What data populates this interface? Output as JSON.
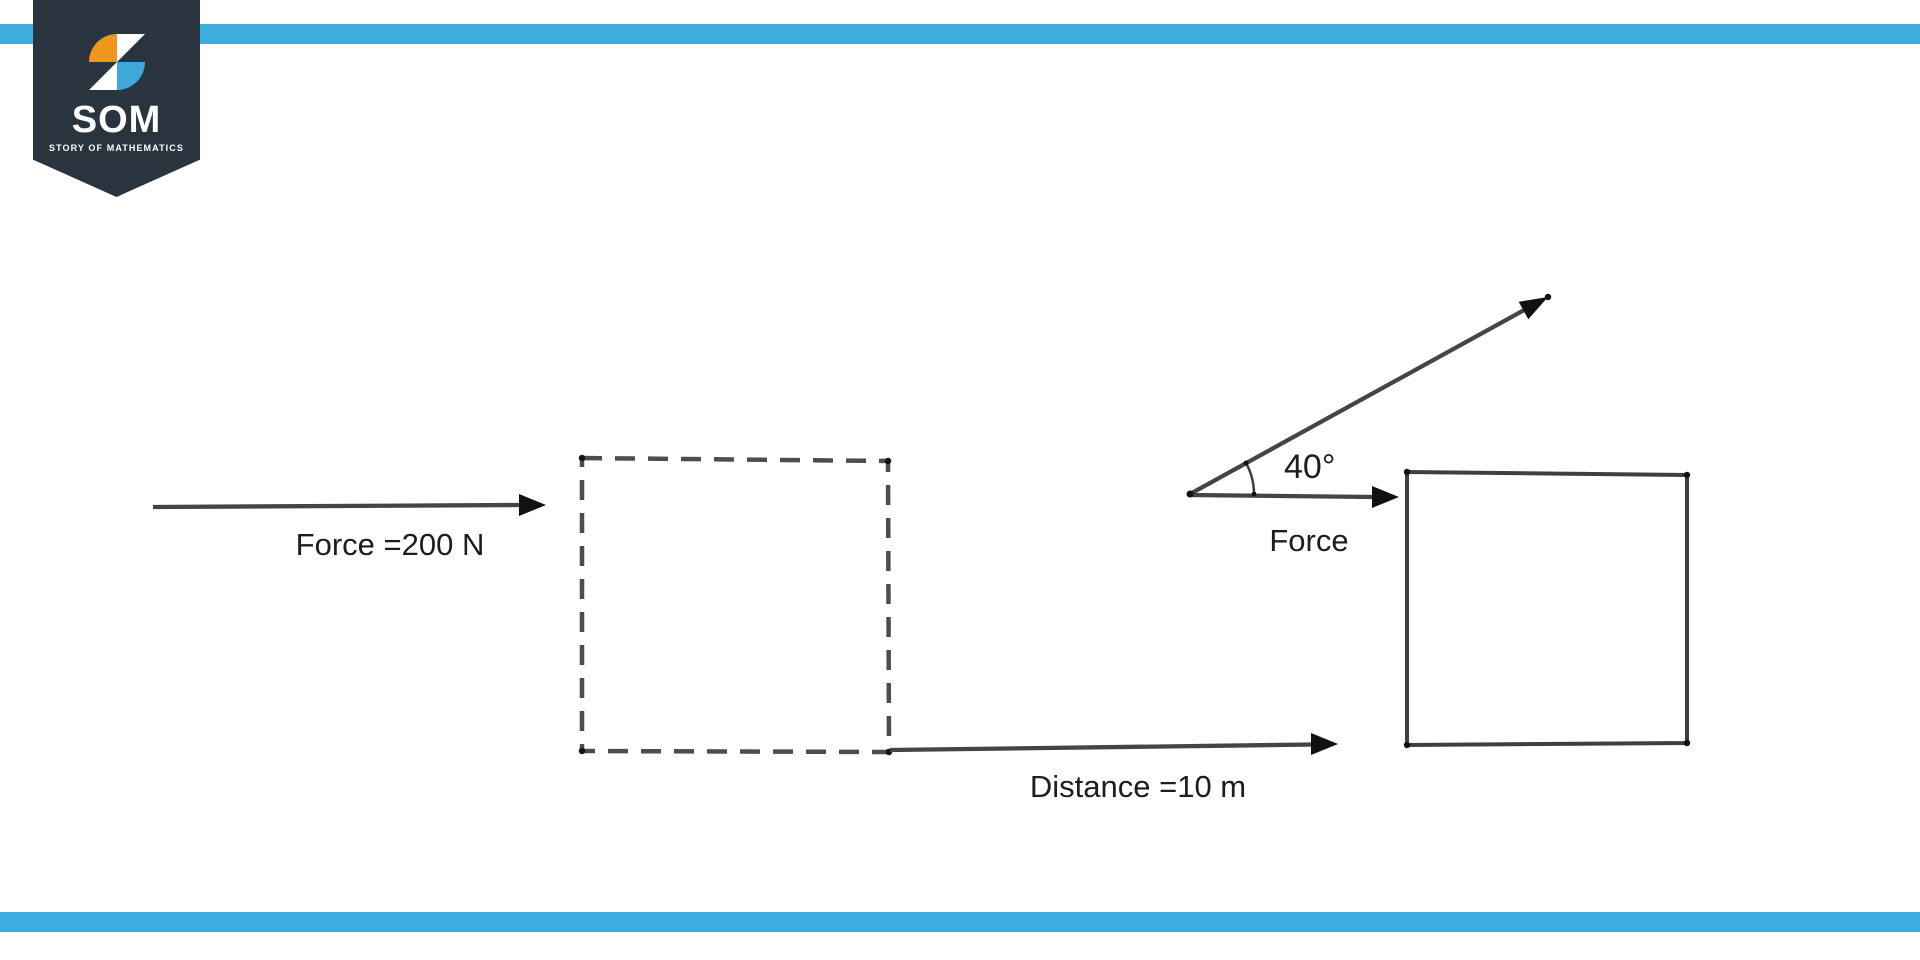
{
  "page": {
    "background": "#ffffff",
    "accent_color": "#3dade0"
  },
  "logo": {
    "brand": "SOM",
    "tagline": "STORY OF MATHEMATICS",
    "banner_color": "#29343f",
    "icon_orange": "#f0961e",
    "icon_blue": "#3fa9dc",
    "icon_white": "#ffffff"
  },
  "diagram": {
    "stroke_color": "#454545",
    "arrowhead_color": "#111111",
    "labels": {
      "applied_force": "Force =200 N",
      "distance": "Distance =10 m",
      "angle": "40°",
      "angled_force": "Force"
    }
  }
}
